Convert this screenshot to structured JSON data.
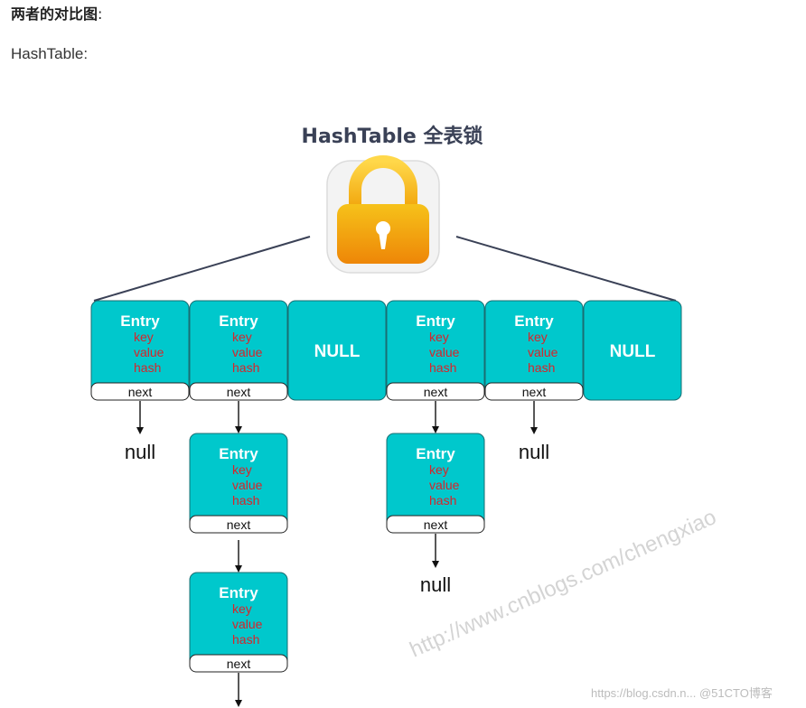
{
  "heading": {
    "text": "两者的对比图",
    "suffix": ":"
  },
  "subheading": "HashTable:",
  "diagram": {
    "title": "HashTable 全表锁",
    "entry_label": "Entry",
    "fields": [
      "key",
      "value",
      "hash"
    ],
    "next_label": "next",
    "null_slot_label": "NULL",
    "null_terminal": "null",
    "watermark": "http://www.cnblogs.com/chengxiao",
    "footer_watermark": "https://blog.csdn.n...  @51CTO博客"
  },
  "colors": {
    "cell_fill": "#00c8cc",
    "cell_stroke": "#1a6e72",
    "line": "#3a4156",
    "field_text": "#d8242a",
    "lock_top": "#f6c21a",
    "lock_bottom": "#ee8607"
  },
  "icons": [
    "lock-icon"
  ]
}
